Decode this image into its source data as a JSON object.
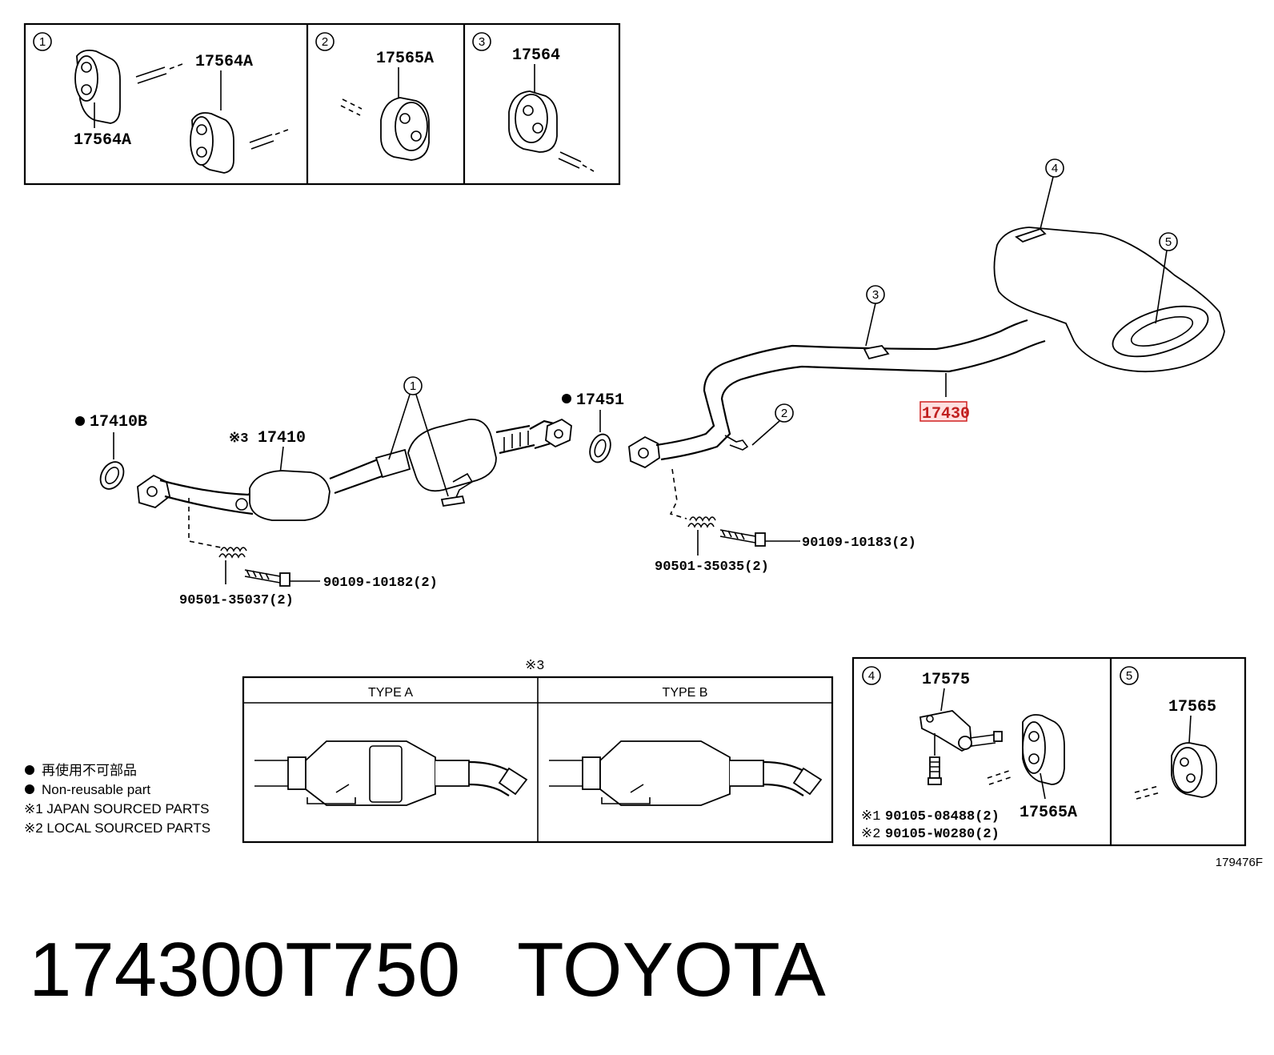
{
  "boxes": {
    "b1": {
      "num": "1",
      "top": "17564A",
      "bottom": "17564A"
    },
    "b2": {
      "num": "2",
      "label": "17565A"
    },
    "b3": {
      "num": "3",
      "label": "17564"
    },
    "b4": {
      "num": "4",
      "bracket": "17575",
      "mount": "17565A",
      "bolt1_mark": "※1",
      "bolt1": "90105-08488(2)",
      "bolt2_mark": "※2",
      "bolt2": "90105-W0280(2)"
    },
    "b5": {
      "num": "5",
      "label": "17565"
    }
  },
  "main": {
    "gasket_front": "17410B",
    "front_pipe_mark": "※3",
    "front_pipe": "17410",
    "gasket_mid": "17451",
    "tail_pipe": "17430",
    "spring_front": "90501-35037(2)",
    "bolt_front": "90109-10182(2)",
    "spring_rear": "90501-35035(2)",
    "bolt_rear": "90109-10183(2)",
    "callouts": [
      "1",
      "2",
      "3",
      "4",
      "5"
    ]
  },
  "types_table": {
    "mark": "※3",
    "type_a": "TYPE A",
    "type_b": "TYPE B"
  },
  "notes": [
    "再使用不可部品",
    "Non-reusable part",
    "※1 JAPAN SOURCED PARTS",
    "※2 LOCAL SOURCED PARTS"
  ],
  "figure_code": "179476F",
  "footer": {
    "part_number": "174300T750",
    "brand": "TOYOTA"
  }
}
